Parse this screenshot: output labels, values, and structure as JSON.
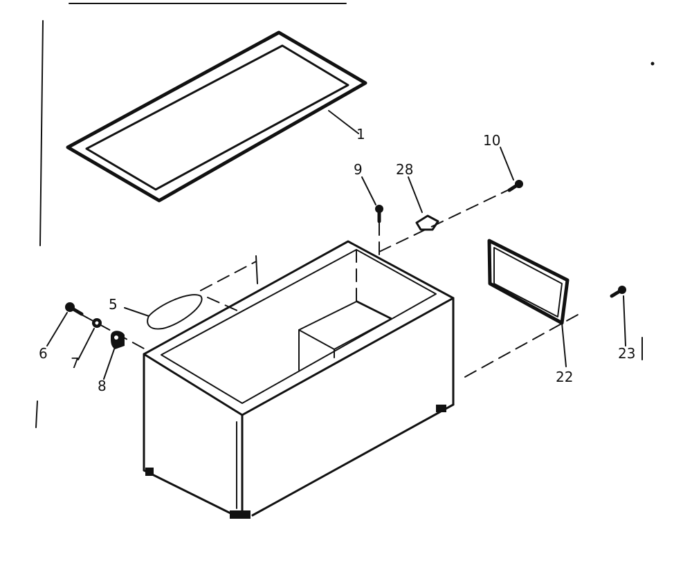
{
  "callouts": {
    "lid": "1",
    "cord": "5",
    "screw_6": "6",
    "washer_7": "7",
    "hinge_8": "8",
    "screw_9": "9",
    "screw_10": "10",
    "clip_28": "28",
    "gasket_22": "22",
    "screw_23": "23"
  }
}
